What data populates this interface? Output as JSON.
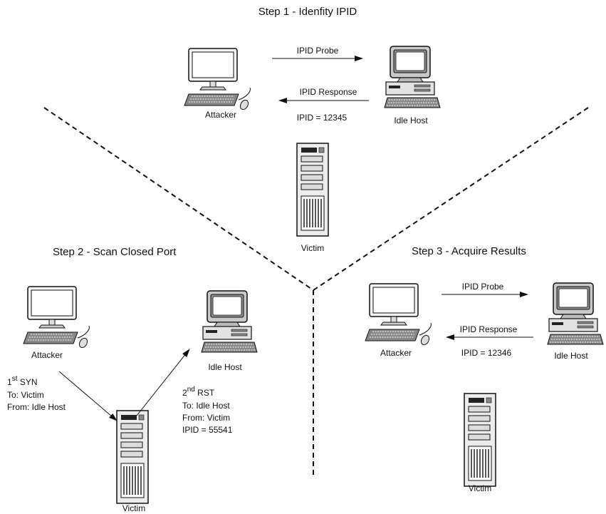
{
  "steps": {
    "step1": {
      "title": "Step 1 - Idenfity IPID",
      "attacker": "Attacker",
      "idle_host": "Idle Host",
      "probe": "IPID Probe",
      "response": "IPID Response",
      "ipid": "IPID = 12345"
    },
    "step2": {
      "title": "Step 2 - Scan Closed Port",
      "attacker": "Attacker",
      "idle_host": "Idle Host",
      "victim": "Victim",
      "syn_ordinal": "1",
      "syn_suffix": "st",
      "syn_flag": "SYN",
      "syn_to": "To: Victim",
      "syn_from": "From: Idle Host",
      "rst_ordinal": "2",
      "rst_suffix": "nd",
      "rst_flag": "RST",
      "rst_to": "To: Idle Host",
      "rst_from": "From: Victim",
      "rst_ipid": "IPID = 55541"
    },
    "step3": {
      "title": "Step 3 - Acquire Results",
      "attacker": "Attacker",
      "idle_host": "Idle Host",
      "victim": "Victim",
      "probe": "IPID Probe",
      "response": "IPID Response",
      "ipid": "IPID = 12346"
    }
  },
  "center": {
    "victim": "Victim"
  },
  "icons": [
    "computer-monitor-icon",
    "desktop-pc-icon",
    "tower-server-icon"
  ]
}
